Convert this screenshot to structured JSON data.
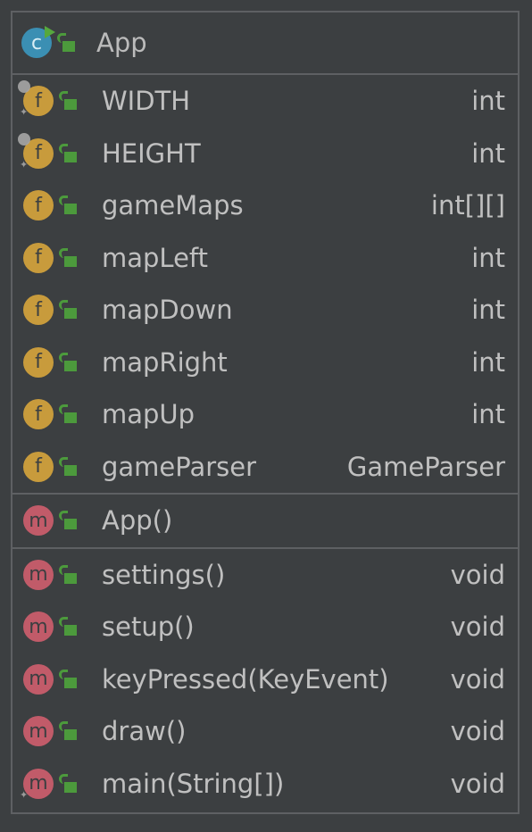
{
  "class_header": {
    "badge_letter": "c",
    "title": "App"
  },
  "fields": [
    {
      "badge_letter": "f",
      "name": "WIDTH",
      "type": "int",
      "static_final": true
    },
    {
      "badge_letter": "f",
      "name": "HEIGHT",
      "type": "int",
      "static_final": true
    },
    {
      "badge_letter": "f",
      "name": "gameMaps",
      "type": "int[][]",
      "static_final": false
    },
    {
      "badge_letter": "f",
      "name": "mapLeft",
      "type": "int",
      "static_final": false
    },
    {
      "badge_letter": "f",
      "name": "mapDown",
      "type": "int",
      "static_final": false
    },
    {
      "badge_letter": "f",
      "name": "mapRight",
      "type": "int",
      "static_final": false
    },
    {
      "badge_letter": "f",
      "name": "mapUp",
      "type": "int",
      "static_final": false
    },
    {
      "badge_letter": "f",
      "name": "gameParser",
      "type": "GameParser",
      "static_final": false
    }
  ],
  "constructors": [
    {
      "badge_letter": "m",
      "name": "App()",
      "type": ""
    }
  ],
  "methods": [
    {
      "badge_letter": "m",
      "name": "settings()",
      "type": "void"
    },
    {
      "badge_letter": "m",
      "name": "setup()",
      "type": "void"
    },
    {
      "badge_letter": "m",
      "name": "keyPressed(KeyEvent)",
      "type": "void"
    },
    {
      "badge_letter": "m",
      "name": "draw()",
      "type": "void"
    },
    {
      "badge_letter": "m",
      "name": "main(String[])",
      "type": "void"
    }
  ],
  "colors": {
    "background": "#3c3f41",
    "border": "#5e6063",
    "field_badge": "#c89b3c",
    "method_badge": "#c15b69",
    "class_badge": "#3b8fb3",
    "public_lock": "#4c9a3c",
    "text": "#bbbbbb"
  },
  "icons": {
    "class": "class-icon",
    "field": "field-icon",
    "method": "method-icon",
    "visibility": "public-lock-icon"
  }
}
